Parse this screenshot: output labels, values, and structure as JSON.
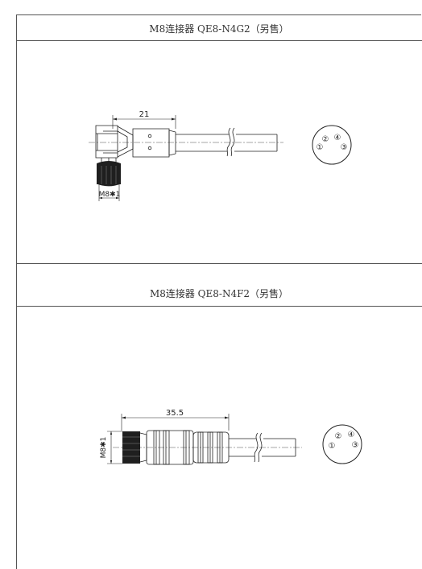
{
  "sections": [
    {
      "title": "M8连接器 QE8-N4G2（另售）",
      "dimension_length": "21",
      "thread_label": "M8✱1",
      "pins": [
        "②",
        "④",
        "①",
        "③"
      ]
    },
    {
      "title": "M8连接器 QE8-N4F2（另售）",
      "dimension_length": "35.5",
      "thread_label": "M8✱1",
      "pins": [
        "②",
        "④",
        "①",
        "③"
      ]
    }
  ]
}
